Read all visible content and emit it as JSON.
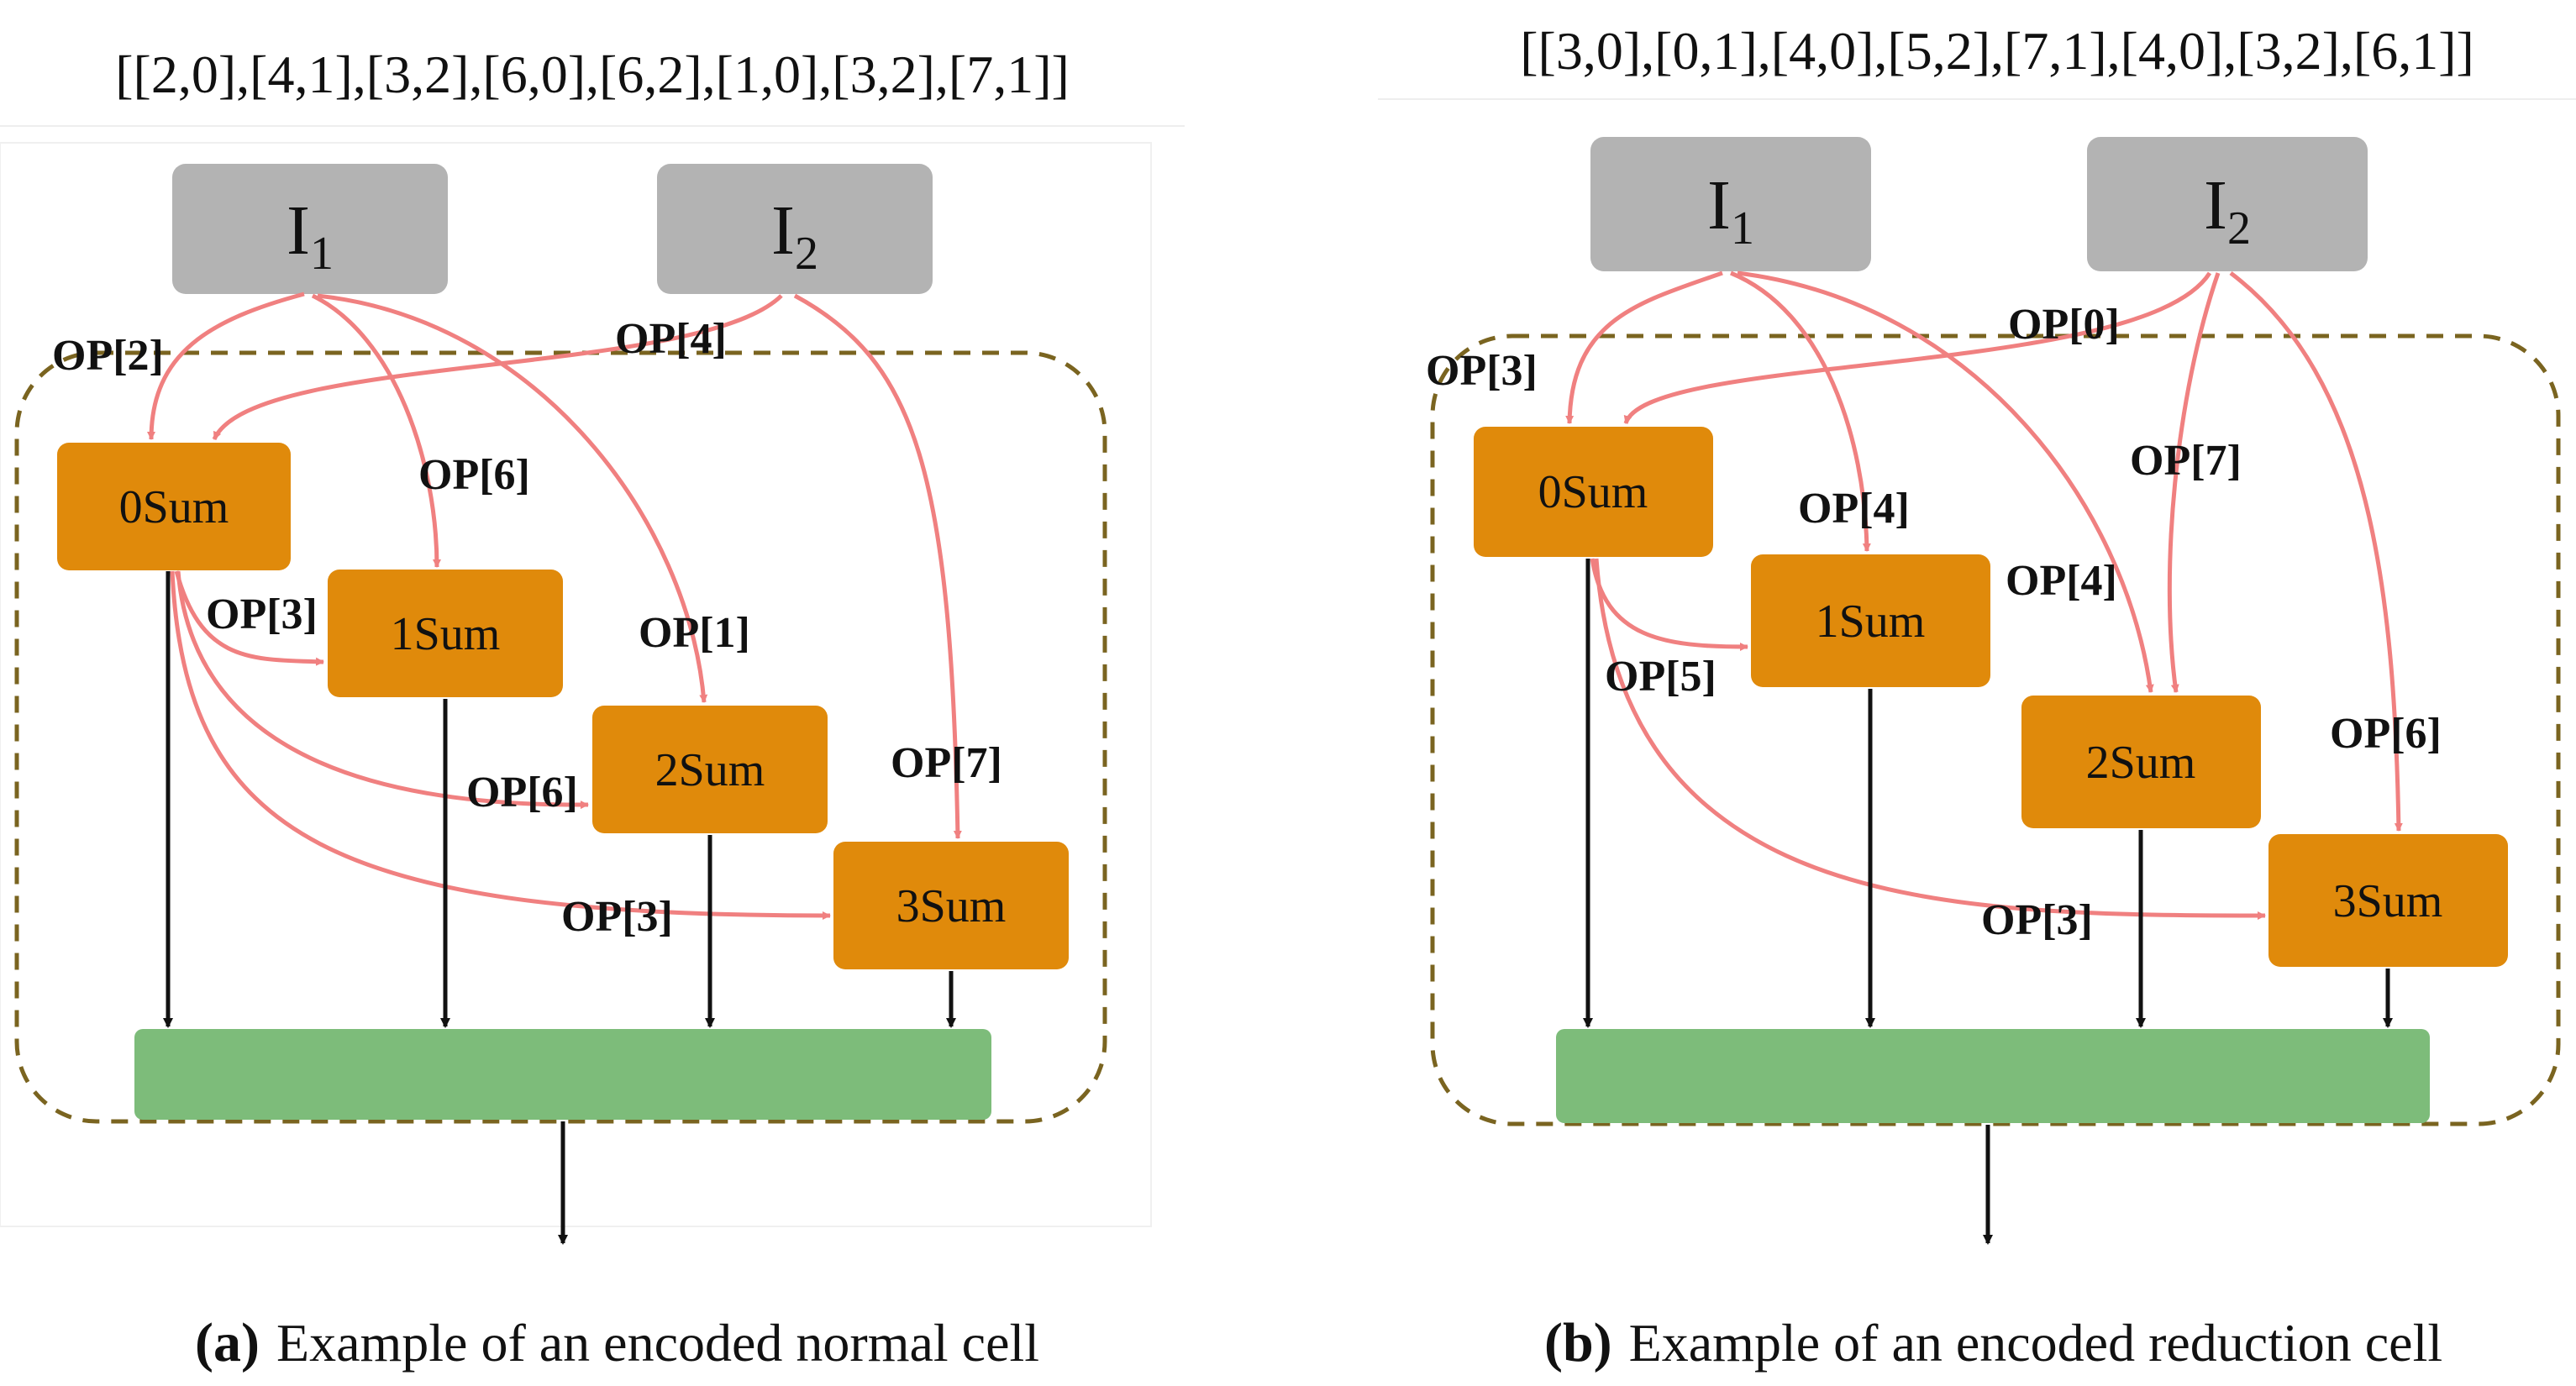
{
  "colors": {
    "input_fill": "#b3b3b3",
    "sum_node_fill": "#e08a0b",
    "output_bar_fill": "#7dbc7a",
    "edge_color": "#f08080",
    "cell_border_color": "#7a6420",
    "arrow_color": "#111111"
  },
  "panel_a": {
    "encoding": "[[2,0],[4,1],[3,2],[6,0],[6,2],[1,0],[3,2],[7,1]]",
    "input1": {
      "letter": "I",
      "sub": "1"
    },
    "input2": {
      "letter": "I",
      "sub": "2"
    },
    "nodes": [
      "0Sum",
      "1Sum",
      "2Sum",
      "3Sum"
    ],
    "op_labels": [
      "OP[2]",
      "OP[4]",
      "OP[6]",
      "OP[3]",
      "OP[1]",
      "OP[6]",
      "OP[7]",
      "OP[3]"
    ],
    "caption": {
      "tag": "(a)",
      "text": "Example of an encoded normal cell"
    }
  },
  "panel_b": {
    "encoding": "[[3,0],[0,1],[4,0],[5,2],[7,1],[4,0],[3,2],[6,1]]",
    "input1": {
      "letter": "I",
      "sub": "1"
    },
    "input2": {
      "letter": "I",
      "sub": "2"
    },
    "nodes": [
      "0Sum",
      "1Sum",
      "2Sum",
      "3Sum"
    ],
    "op_labels": [
      "OP[3]",
      "OP[0]",
      "OP[7]",
      "OP[4]",
      "OP[4]",
      "OP[5]",
      "OP[6]",
      "OP[3]"
    ],
    "caption": {
      "tag": "(b)",
      "text": "Example of an encoded reduction cell"
    }
  }
}
